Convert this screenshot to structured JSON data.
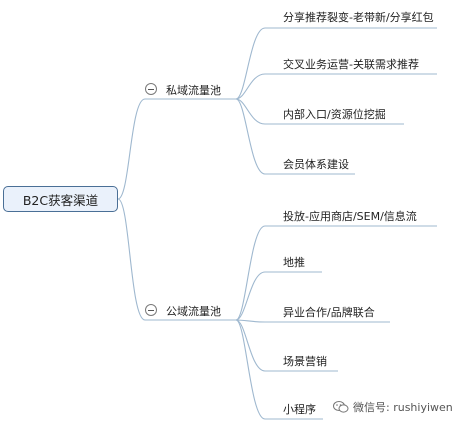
{
  "root": {
    "label": "B2C获客渠道"
  },
  "branches": [
    {
      "label": "私域流量池",
      "children": [
        "分享推荐裂变-老带新/分享红包",
        "交叉业务运营-关联需求推荐",
        "内部入口/资源位挖掘",
        "会员体系建设"
      ]
    },
    {
      "label": "公域流量池",
      "children": [
        "投放-应用商店/SEM/信息流",
        "地推",
        "异业合作/品牌联合",
        "场景营销",
        "小程序"
      ]
    }
  ],
  "watermark": {
    "text": "微信号: rushiyiwen"
  },
  "colors": {
    "line": "#9fb8cf",
    "root_border": "#4a6f96",
    "root_fill": "#eaf1fb",
    "text": "#222222"
  }
}
